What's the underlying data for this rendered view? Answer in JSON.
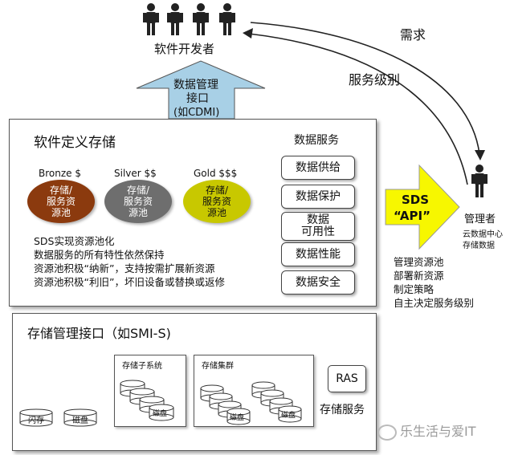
{
  "people": {
    "developers_label": "软件开发者",
    "admin_label": "管理者",
    "admin_sub1": "云数据中心",
    "admin_sub2": "存储数据"
  },
  "arrows": {
    "demand": "需求",
    "service_level": "服务级别",
    "mgmt_interface_line1": "数据管理",
    "mgmt_interface_line2": "接口",
    "mgmt_interface_line3": "(如CDMI)",
    "sds_line1": "SDS",
    "sds_line2": "“API”"
  },
  "sds_box": {
    "title": "软件定义存储",
    "tiers": [
      {
        "name": "Bronze $",
        "line1": "存储/",
        "line2": "服务资",
        "line3": "源池",
        "color": "#8b3a0e"
      },
      {
        "name": "Silver $$",
        "line1": "存储/",
        "line2": "服务资",
        "line3": "源池",
        "color": "#6e6e6e"
      },
      {
        "name": "Gold $$$",
        "line1": "存储/",
        "line2": "服务资",
        "line3": "源池",
        "color": "#c8c800"
      }
    ],
    "notes": [
      "SDS实现资源池化",
      "数据服务的所有特性依然保持",
      "资源池积极“纳新”，支持按需扩展新资源",
      "资源池积极“利旧”，坏旧设备或替换或返修"
    ],
    "data_services_title": "数据服务",
    "data_services": [
      "数据供给",
      "数据保护",
      "数据",
      "可用性",
      "数据性能",
      "数据安全"
    ]
  },
  "admin_tasks": [
    "管理资源池",
    "部署新资源",
    "制定策略",
    "自主决定服务级别"
  ],
  "storage_box": {
    "title": "存储管理接口（如SMI-S)",
    "flash": "闪存",
    "disk": "磁盘",
    "subsystem_title": "存储子系统",
    "cluster_title": "存储集群",
    "ras": "RAS",
    "storage_services": "存储服务"
  },
  "watermark": "乐生活与爱IT",
  "colors": {
    "arrow_blue": "#a8d0e6",
    "arrow_yellow": "#f7f700",
    "bronze": "#8b3a0e",
    "silver": "#6e6e6e",
    "gold": "#c8c800"
  }
}
